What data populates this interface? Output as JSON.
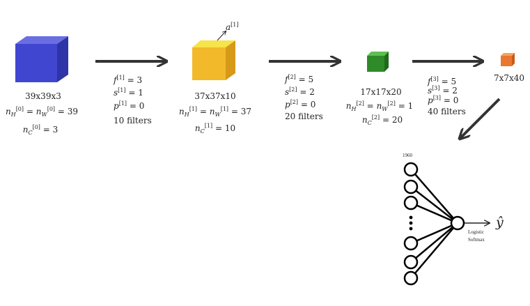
{
  "layers": [
    {
      "dims": "39x39x3",
      "params": {
        "nhw": "= 39",
        "nc": "= 3"
      },
      "cube_color": "#3f44cc"
    },
    {
      "dims": "37x37x10",
      "activation_label": "a",
      "activation_sup": "[1]",
      "params": {
        "nhw": "= 37",
        "nc": "= 10"
      },
      "cube_color": "#f2c12e"
    },
    {
      "dims": "17x17x20",
      "params": {
        "nhw": "= 1",
        "nc": "= 20"
      },
      "cube_color": "#2f8a2a"
    },
    {
      "dims": "7x7x40",
      "cube_color": "#e9772f"
    }
  ],
  "transitions": [
    {
      "f": "= 3",
      "s": "= 1",
      "p": "= 0",
      "filters": "10 filters",
      "sup": "[1]"
    },
    {
      "f": "= 5",
      "s": "= 2",
      "p": "= 0",
      "filters": "20 filters",
      "sup": "[2]"
    },
    {
      "f": "= 5",
      "s": "= 2",
      "p": "= 0",
      "filters": "40 filters",
      "sup": "[3]"
    }
  ],
  "notation": {
    "n": "n",
    "H": "H",
    "W": "W",
    "C": "C",
    "f": "f",
    "s": "s",
    "p": "p",
    "eq": "=",
    "sup0": "[0]",
    "sup1": "[1]",
    "sup2": "[2]"
  },
  "network": {
    "units_label": "1960",
    "output_label": "Logistic",
    "output_label2": "Softmax",
    "y_hat": "ŷ"
  }
}
